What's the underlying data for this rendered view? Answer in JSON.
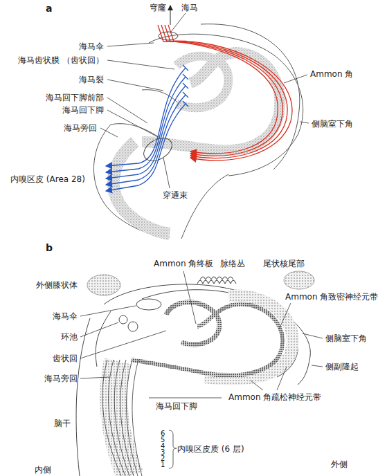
{
  "diagram": {
    "labels": [
      "a",
      "穹窿",
      "海马",
      "海马伞",
      "海马齿状膜 （齿状回）",
      "海马裂",
      "海马回下脚前部",
      "海马回下脚",
      "海马旁回",
      "内嗅区皮 (Area 28)",
      "穿通束",
      "Ammon 角",
      "侧脑室下角",
      "b",
      "Ammon 角终板",
      "脉络丛",
      "尾状核尾部",
      "外侧膝状体",
      "Ammon 角致密神经元带",
      "海马伞",
      "环池",
      "侧脑室下角",
      "齿状回",
      "侧副隆起",
      "海马旁回",
      "Ammon 角疏松神经元带",
      "海马回下脚",
      "脑干",
      "6",
      "5",
      "4",
      "3",
      "2",
      "1",
      "内嗅区皮质 (6 层)",
      "内侧",
      "外侧"
    ]
  }
}
